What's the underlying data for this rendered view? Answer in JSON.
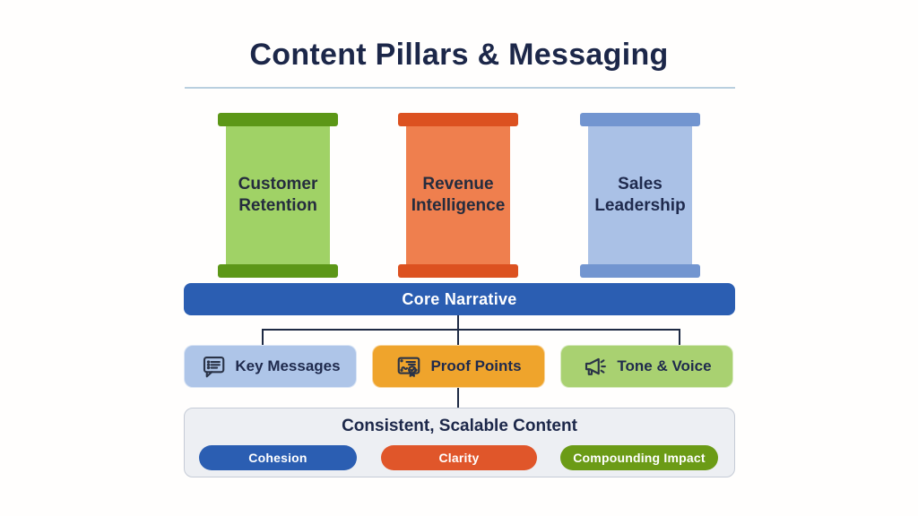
{
  "title": "Content Pillars & Messaging",
  "pillars": [
    {
      "label": "Customer Retention",
      "cap_color": "#5c9717",
      "body_color": "#a0d266"
    },
    {
      "label": "Revenue Intelligence",
      "cap_color": "#dc5120",
      "body_color": "#ef7f4e"
    },
    {
      "label": "Sales Leadership",
      "cap_color": "#7295d0",
      "body_color": "#aac1e6"
    }
  ],
  "core_bar": {
    "label": "Core Narrative",
    "color": "#2b5eb2"
  },
  "message_boxes": [
    {
      "label": "Key Messages",
      "icon": "chat-list-icon",
      "color": "#aec5e8"
    },
    {
      "label": "Proof Points",
      "icon": "certificate-icon",
      "color": "#efa42c"
    },
    {
      "label": "Tone & Voice",
      "icon": "megaphone-icon",
      "color": "#a9d171"
    }
  ],
  "outcome": {
    "title": "Consistent, Scalable Content",
    "pills": [
      {
        "label": "Cohesion",
        "color": "#2b5eb2"
      },
      {
        "label": "Clarity",
        "color": "#e0562a"
      },
      {
        "label": "Compounding Impact",
        "color": "#6b9b16"
      }
    ]
  },
  "text_color": "#1c2749",
  "connector_color": "#1e2a44"
}
